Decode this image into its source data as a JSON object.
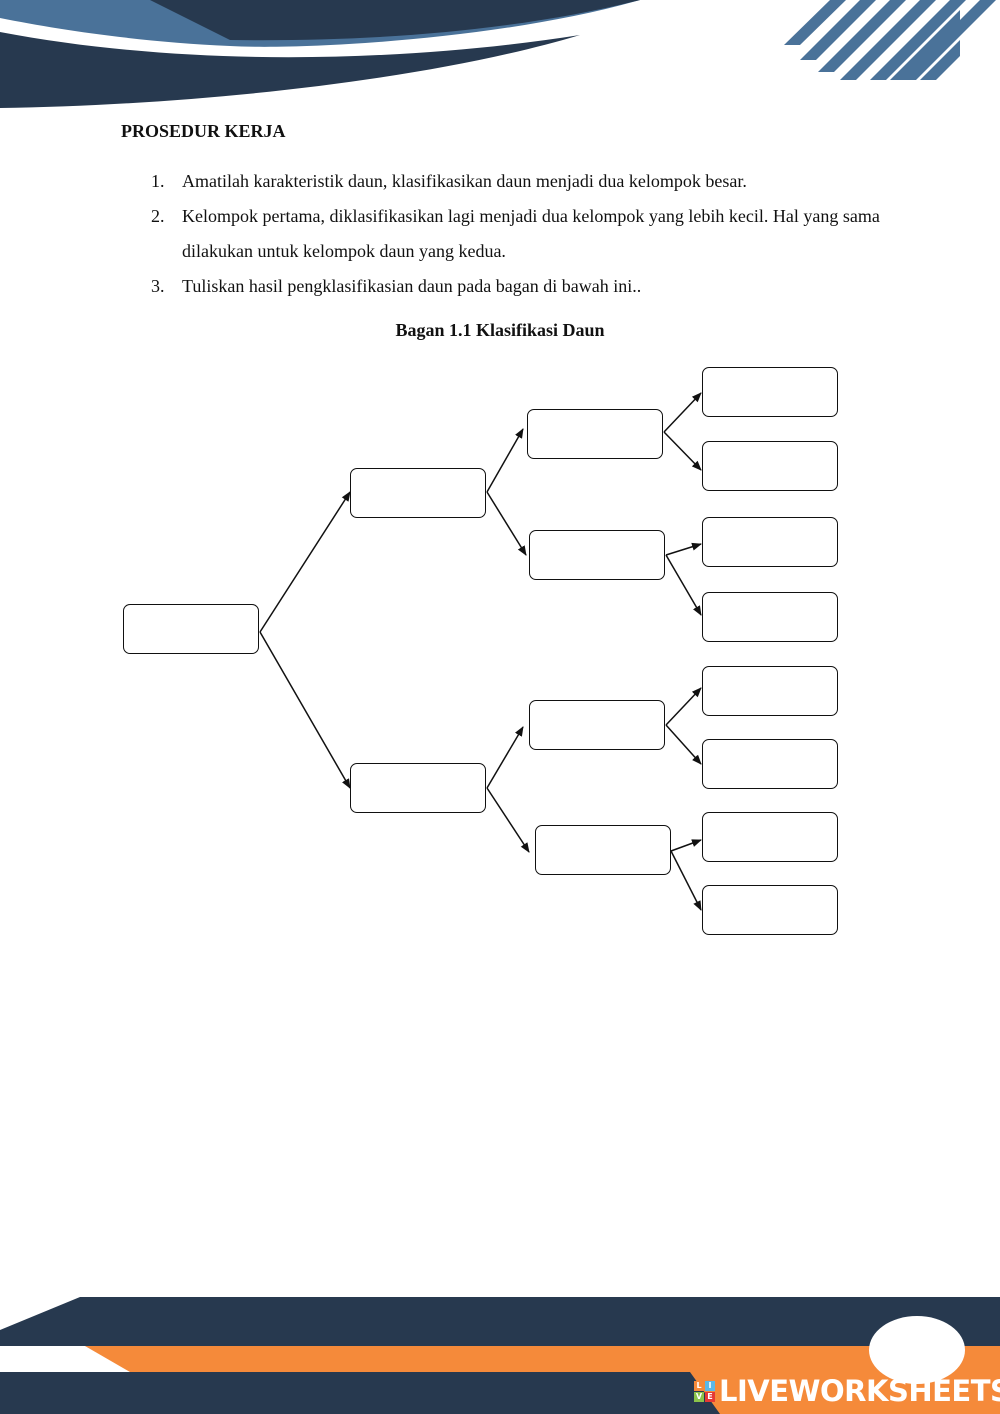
{
  "heading": "PROSEDUR KERJA",
  "steps": [
    {
      "number": "1.",
      "text": "Amatilah karakteristik daun, klasifikasikan daun menjadi dua kelompok besar."
    },
    {
      "number": "2.",
      "text": "Kelompok pertama, diklasifikasikan lagi menjadi dua kelompok yang lebih kecil. Hal yang sama dilakukan untuk kelompok daun yang kedua."
    },
    {
      "number": "3.",
      "text": "Tuliskan hasil pengklasifikasian daun pada bagan di bawah ini.."
    }
  ],
  "diagram": {
    "caption": "Bagan 1.1 Klasifikasi Daun"
  },
  "watermark": {
    "brand": "LIVEWORKSHEETS",
    "grid_letters": [
      "L",
      "I",
      "V",
      "E"
    ]
  },
  "colors": {
    "navy": "#27394F",
    "steel_blue": "#4A7299",
    "orange": "#F58A3A",
    "text": "#111111"
  }
}
